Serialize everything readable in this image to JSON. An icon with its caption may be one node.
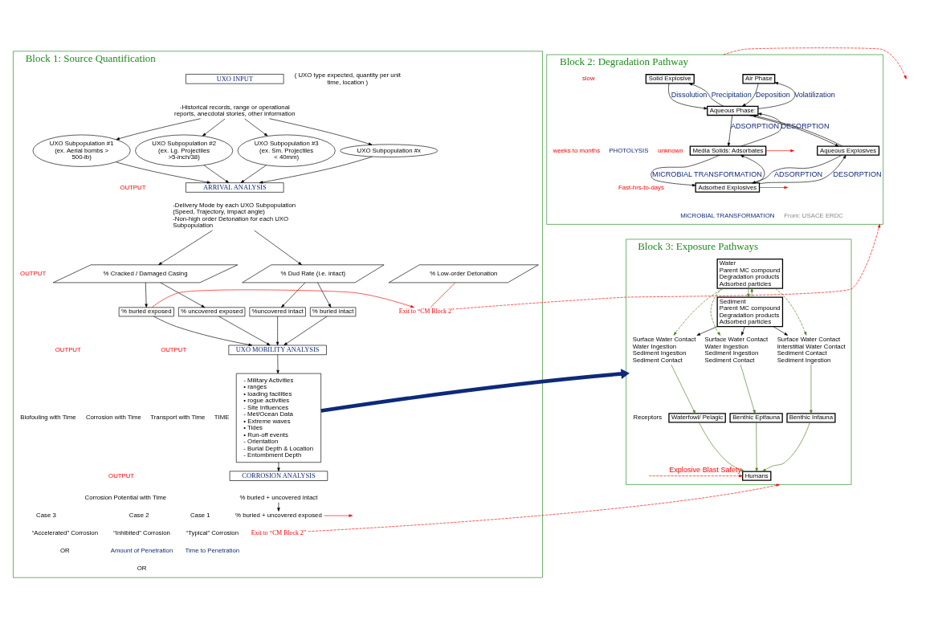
{
  "diagram": {
    "nodes": [
      {
        "text": [
          "Block 1: Source Quantification"
        ]
      },
      {
        "text": [
          "UXO INPUT"
        ],
        "in": 0,
        "beside": [
          "( UXO type expected, quantity per unit time, location )"
        ]
      },
      {
        "text": [
          "-Historical records, range or operational reports, anecdotal stories, other information"
        ],
        "in": 0
      },
      {
        "text": [
          "UXO Subpopulation #1",
          "(ex. Aerial bombs > 500-lb)"
        ],
        "in": 0
      },
      {
        "text": [
          "UXO Subpopulation #2",
          "(ex. Lg. Projectiles >5-inch/38)"
        ],
        "in": 0
      },
      {
        "text": [
          "UXO Subpopulation #3",
          "(ex. Sm. Projectiles < 40mm)"
        ],
        "in": 0
      },
      {
        "text": [
          "UXO Subpopulation #x"
        ],
        "in": 0
      },
      {
        "text": [
          "ARRIVAL ANALYSIS"
        ],
        "in": 0
      },
      {
        "text": [
          "-Delivery Mode by each UXO Subpopulation (Speed, Trajectory, Impact angle)",
          "-Non-high order Detonation for each UXO Subpopulation"
        ],
        "in": 0
      },
      {
        "text": [
          "% Dud Rate (i.e. intact)"
        ],
        "in": 0
      },
      {
        "text": [
          "% Cracked / Damaged Casing"
        ],
        "in": 0
      },
      {
        "text": [
          "% Low-order Detonation"
        ],
        "in": 0
      },
      {
        "text": [
          "% buried intact"
        ],
        "in": 0
      },
      {
        "text": [
          "%uncovered intact"
        ],
        "in": 0
      },
      {
        "text": [
          "% uncovered exposed"
        ],
        "in": 0
      },
      {
        "text": [
          "% buried exposed"
        ],
        "in": 0
      },
      {
        "text": [
          "Exit to “CM Block 2”"
        ],
        "in": 0
      },
      {
        "text": [
          "UXO MOBILITY ANALYSIS"
        ],
        "in": 0
      },
      {
        "text": [
          "- Military Activities",
          "• ranges",
          "• loading facilities",
          "• rogue activities",
          "- Site Influences",
          "- Met/Ocean Data",
          "• Extreme waves",
          "• Tides",
          "• Run-off events",
          "- Orientation",
          "- Burial Depth & Location",
          "- Entombment Depth"
        ],
        "in": 0
      },
      {
        "text": [
          "CORROSION ANALYSIS"
        ],
        "in": 0
      },
      {
        "text": [
          "% buried + uncovered intact"
        ],
        "in": 0
      },
      {
        "text": [
          "% buried + uncovered exposed"
        ],
        "in": 0
      },
      {
        "text": [
          "Exit to “CM Block 2”"
        ],
        "in": 0
      },
      {
        "text": [
          "Block 2: Degradation Pathway"
        ]
      },
      {
        "text": [
          "Air Phase"
        ],
        "in": 23
      },
      {
        "text": [
          "Solid Explosive"
        ],
        "in": 23
      },
      {
        "text": [
          "Aqueous Phase:"
        ],
        "in": 23
      },
      {
        "text": [
          "Media Solids: Adsorbates"
        ],
        "in": 23
      },
      {
        "text": [
          "Aqueous Explosives"
        ],
        "in": 23
      },
      {
        "text": [
          "Adsorbed Explosives"
        ],
        "in": 23
      },
      {
        "text": [
          "Block 3: Exposure Pathways"
        ]
      },
      {
        "text": [
          "Humans"
        ],
        "in": 30
      },
      {
        "text": [
          "Water",
          "Parent MC compound",
          "Degradation products",
          "Adsorbed particles"
        ],
        "in": 30
      },
      {
        "text": [
          "Sediment",
          "Parent MC compound",
          "Degradation products",
          "Adsorbed particles"
        ],
        "in": 30
      },
      {
        "text": [
          "Surface Water Contact",
          "Water Ingestion",
          "Sediment Ingestion",
          "Sediment Contact"
        ],
        "in": 30
      },
      {
        "text": [
          "Waterfowl/ Pelagic"
        ],
        "in": 30
      },
      {
        "text": [
          "Surface Water Contact",
          "Water Ingestion",
          "Sediment Ingestion",
          "Sediment Contact"
        ],
        "in": 30
      },
      {
        "text": [
          "Benthic Epifauna"
        ],
        "in": 30
      },
      {
        "text": [
          "Surface Water Contact",
          "Interstitial Water Contact",
          "Sediment Contact",
          "Sediment Ingestion"
        ],
        "in": 30
      },
      {
        "text": [
          "Benthic Infauna"
        ],
        "in": 30
      }
    ],
    "edges": [
      {
        "from": 2,
        "to": 3,
        "arrow": "to"
      },
      {
        "from": 2,
        "to": 4,
        "arrow": "to"
      },
      {
        "from": 2,
        "to": 5,
        "arrow": "to"
      },
      {
        "from": 2,
        "to": 6,
        "arrow": "to"
      },
      {
        "from": 3,
        "to": 7,
        "arrow": "to"
      },
      {
        "from": 4,
        "to": 7,
        "arrow": "to"
      },
      {
        "from": 5,
        "to": 7,
        "arrow": "to"
      },
      {
        "from": 6,
        "to": 7,
        "arrow": "to"
      },
      {
        "from": 8,
        "to": 9,
        "arrow": "to"
      },
      {
        "from": 8,
        "to": 10,
        "arrow": "to"
      },
      {
        "from": 9,
        "to": 12,
        "arrow": "to"
      },
      {
        "from": 9,
        "to": 13,
        "arrow": "to"
      },
      {
        "from": 10,
        "to": 14,
        "arrow": "to"
      },
      {
        "from": 10,
        "to": 15,
        "arrow": "to"
      },
      {
        "from": 12,
        "to": 17,
        "arrow": "to"
      },
      {
        "from": 13,
        "to": 17,
        "arrow": "to"
      },
      {
        "from": 14,
        "to": 17,
        "arrow": "to"
      },
      {
        "from": 15,
        "to": 17,
        "arrow": "to"
      },
      {
        "from": 11,
        "to": 16,
        "arrow": "none",
        "color": "#ff0000"
      },
      {
        "from": 15,
        "to": 16,
        "arrow": "to",
        "color": "#ff0000"
      },
      {
        "from": 17,
        "to": 18,
        "arrow": "to"
      },
      {
        "from": 18,
        "to": 19,
        "arrow": "to"
      },
      {
        "from": 20,
        "to": 21,
        "arrow": "to"
      },
      {
        "from": 21,
        "to": null,
        "arrow": "to",
        "color": "#ff0000"
      },
      {
        "from": 16,
        "to": 23,
        "arrow": "to",
        "style": "dashed",
        "color": "#ff0000"
      },
      {
        "from": 18,
        "to": 30,
        "arrow": "to",
        "style": "thick",
        "color": "#0d2a7a"
      },
      {
        "from": 22,
        "to": 30,
        "arrow": "to",
        "style": "dashed",
        "color": "#ff0000"
      },
      {
        "from": null,
        "to": 31,
        "arrow": "to",
        "label": "Explosive Blast Safety",
        "style": "dashed",
        "color": "#ff0000"
      },
      {
        "from": 26,
        "to": 24,
        "arrow": "to",
        "label": "Volatilization"
      },
      {
        "from": 24,
        "to": 26,
        "arrow": "to",
        "label": "Deposition"
      },
      {
        "from": 25,
        "to": 26,
        "arrow": "to",
        "label": "Dissolution"
      },
      {
        "from": 26,
        "to": 25,
        "arrow": "to",
        "label": "Precipitation"
      },
      {
        "from": 26,
        "to": 27,
        "arrow": "to",
        "label": "ADSORPTION"
      },
      {
        "from": 27,
        "to": 26,
        "arrow": "to",
        "label": "DESORPTION"
      },
      {
        "from": 28,
        "to": 26,
        "arrow": "to"
      },
      {
        "from": 26,
        "to": 28,
        "arrow": "to"
      },
      {
        "from": 29,
        "to": 27,
        "arrow": "to"
      },
      {
        "from": 27,
        "to": 29,
        "arrow": "to",
        "label": "MICROBIAL TRANSFORMATION"
      },
      {
        "from": 28,
        "to": 29,
        "arrow": "to",
        "label": "ADSORPTION"
      },
      {
        "from": 29,
        "to": 28,
        "arrow": "to",
        "label": "DESORPTION"
      },
      {
        "from": 27,
        "to": null,
        "arrow": "to",
        "color": "#ff0000"
      },
      {
        "from": 29,
        "to": null,
        "arrow": "to",
        "color": "#ff0000"
      },
      {
        "from": 23,
        "to": null,
        "arrow": "to",
        "style": "dashed",
        "color": "#ff0000"
      },
      {
        "from": 32,
        "to": 33,
        "arrow": "to",
        "color": "#4a7d1e"
      },
      {
        "from": 33,
        "to": 32,
        "arrow": "to",
        "color": "#4a7d1e"
      },
      {
        "from": 32,
        "to": 34,
        "arrow": "to",
        "style": "dashed",
        "color": "#4a7d1e"
      },
      {
        "from": 33,
        "to": 34,
        "arrow": "to"
      },
      {
        "from": 32,
        "to": 36,
        "arrow": "to",
        "style": "dashed",
        "color": "#4a7d1e"
      },
      {
        "from": 33,
        "to": 36,
        "arrow": "to"
      },
      {
        "from": 32,
        "to": 38,
        "arrow": "to",
        "style": "dashed",
        "color": "#4a7d1e"
      },
      {
        "from": 33,
        "to": 38,
        "arrow": "to"
      },
      {
        "from": 34,
        "to": 35,
        "arrow": "to",
        "color": "#4a7d1e"
      },
      {
        "from": 36,
        "to": 37,
        "arrow": "to",
        "color": "#4a7d1e"
      },
      {
        "from": 38,
        "to": 39,
        "arrow": "to",
        "color": "#4a7d1e"
      },
      {
        "from": 35,
        "to": 31,
        "arrow": "to",
        "color": "#4a7d1e"
      },
      {
        "from": 37,
        "to": 31,
        "arrow": "to",
        "color": "#4a7d1e"
      },
      {
        "from": 39,
        "to": 31,
        "arrow": "to",
        "color": "#4a7d1e"
      }
    ],
    "labels": [
      "OUTPUT",
      "OUTPUT",
      "OUTPUT",
      "OUTPUT",
      "TIME",
      "Transport with Time",
      "Corrosion with Time",
      "Biofouling with Time",
      "OUTPUT",
      "Corrosion Potential with Time",
      "Case 1",
      "“Typical” Corrosion",
      "Case 2",
      "“Inhibited” Corrosion",
      "Case 3",
      "“Accelerated” Corrosion",
      "Time to Penetration",
      "Amount of Penetration",
      "OR",
      "OR",
      "slow",
      "unknown",
      "PHOTOLYSIS",
      "Fast-hrs-to-days",
      "MICROBIAL TRANSFORMATION",
      "weeks to months",
      "From: USACE ERDC",
      "Receptors"
    ]
  }
}
